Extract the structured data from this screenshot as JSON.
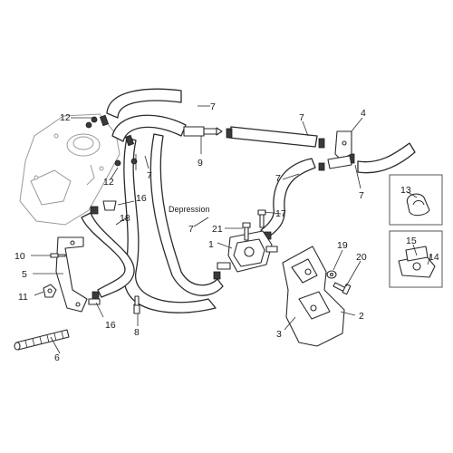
{
  "annotation": "Depression",
  "callouts": {
    "c1": "1",
    "c2": "2",
    "c3": "3",
    "c4": "4",
    "c5": "5",
    "c6": "6",
    "c7a": "7",
    "c7b": "7",
    "c7c": "7",
    "c7d": "7",
    "c7e": "7",
    "c7f": "7",
    "c8": "8",
    "c9": "9",
    "c10": "10",
    "c11": "11",
    "c12a": "12",
    "c12b": "12",
    "c13": "13",
    "c14": "14",
    "c15": "15",
    "c16a": "16",
    "c16b": "16",
    "c17": "17",
    "c18": "18",
    "c19": "19",
    "c20": "20",
    "c21": "21"
  }
}
